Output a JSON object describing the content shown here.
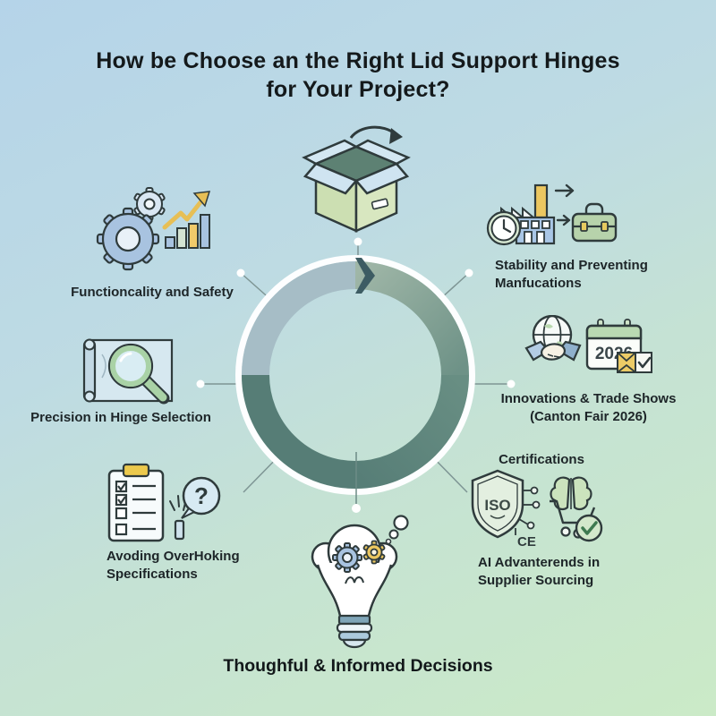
{
  "title": {
    "line1": "How be Choose an the Right Lid Support Hinges",
    "line2": "for Your Project?"
  },
  "items": {
    "functionality": {
      "label": "Functioncality and Safety",
      "icon": "gears-chart-icon"
    },
    "precision": {
      "label": "Precision in Hinge Selection",
      "icon": "blueprint-magnifier-icon"
    },
    "avoiding": {
      "line1": "Avoding OverHoking",
      "line2": "Specifications",
      "icon": "checklist-question-icon"
    },
    "stability": {
      "line1": "Stability and Preventing",
      "line2": "Manfucations",
      "icon": "clock-factory-briefcase-icon"
    },
    "innovations": {
      "line1": "Innovations & Trade Shows",
      "line2": "(Canton Fair 2026)",
      "icon": "globe-handshake-calendar-icon"
    },
    "certifications": {
      "heading": "Certifications",
      "line1": "AI Advanterends in",
      "line2": "Supplier Sourcing",
      "icon": "iso-shield-brain-cart-icon"
    }
  },
  "bottom": {
    "label": "Thoughful & Informed Decisions",
    "icon": "lightbulb-gears-icon"
  },
  "center": {
    "icon": "open-box-icon",
    "diagram": "circular-cycle-ring-with-arrow"
  },
  "icon_texts": {
    "calendar_year": "2026",
    "iso_label": "ISO",
    "ce_label": "CE",
    "question_mark": "?"
  },
  "colors": {
    "ring_blue_gray": "#a6bdc6",
    "ring_sage": "#8fab9b",
    "ring_dark_teal": "#567d76",
    "arrow_dark": "#3d5c63",
    "background_top": "#b5d4e9",
    "background_bottom": "#cbeac7",
    "accent_yellow": "#ecc760",
    "accent_blue": "#a8c3e0",
    "accent_green": "#b7d3ab"
  }
}
